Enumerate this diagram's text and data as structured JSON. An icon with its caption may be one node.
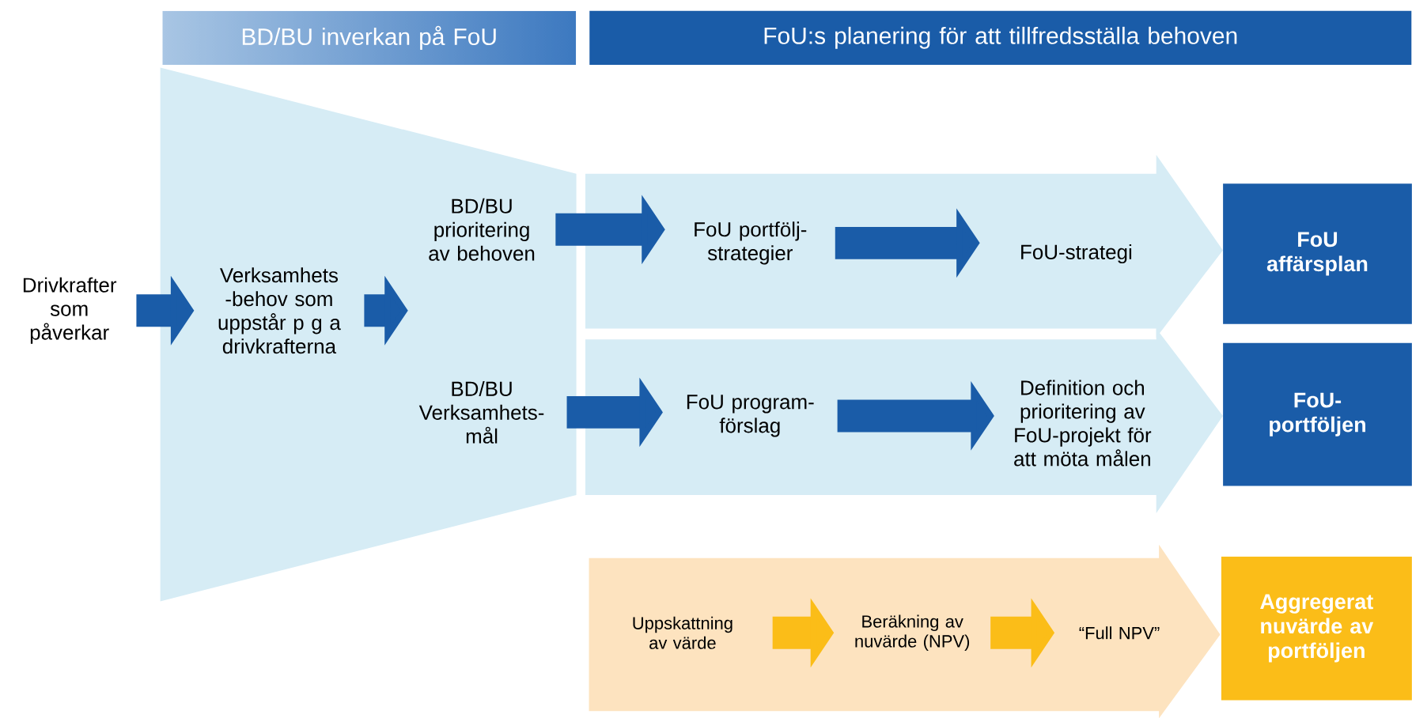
{
  "diagram": {
    "nodes": [
      {
        "text": [
          "BD/BU inverkan på FoU"
        ]
      },
      {
        "text": [
          "FoU:s planering för att tillfredsställa behoven"
        ]
      },
      {
        "text": [
          "Drivkrafter som påverkar"
        ]
      },
      {
        "text": [],
        "shape": "trapezoid"
      },
      {
        "text": [
          "Verksamhets -behov som uppstår p g a drivkrafterna"
        ],
        "in": 3
      },
      {
        "text": [
          "BD/BU prioritering av behoven"
        ],
        "in": 3
      },
      {
        "text": [
          "BD/BU Verksamhets- mål"
        ],
        "in": 3
      },
      {
        "text": [],
        "shape": "arrow"
      },
      {
        "text": [
          "FoU portfölj- strategier"
        ],
        "in": 7
      },
      {
        "text": [
          "FoU-strategi"
        ],
        "in": 7
      },
      {
        "text": [],
        "shape": "arrow"
      },
      {
        "text": [
          "FoU program- förslag"
        ],
        "in": 10
      },
      {
        "text": [
          "Definition och prioritering av FoU-projekt för att möta målen"
        ],
        "in": 10
      },
      {
        "text": [],
        "shape": "arrow"
      },
      {
        "text": [
          "Uppskattning av värde"
        ],
        "in": 13
      },
      {
        "text": [
          "Beräkning av nuvärde (NPV)"
        ],
        "in": 13
      },
      {
        "text": [
          "“Full NPV”"
        ],
        "in": 13
      },
      {
        "text": [
          "FoU affärsplan"
        ]
      },
      {
        "text": [
          "FoU- portföljen"
        ]
      },
      {
        "text": [
          "Aggregerat nuvärde av portföljen"
        ]
      }
    ],
    "edges": [
      {
        "from": 2,
        "to": 4,
        "arrow": "to"
      },
      {
        "from": 4,
        "to": 5,
        "arrow": "to"
      },
      {
        "from": 5,
        "to": 8,
        "arrow": "to"
      },
      {
        "from": 8,
        "to": 9,
        "arrow": "to"
      },
      {
        "from": 6,
        "to": 11,
        "arrow": "to"
      },
      {
        "from": 11,
        "to": 12,
        "arrow": "to"
      },
      {
        "from": 14,
        "to": 15,
        "arrow": "to",
        "color": "#fbbd18"
      },
      {
        "from": 15,
        "to": 16,
        "arrow": "to",
        "color": "#fbbd18"
      }
    ]
  }
}
